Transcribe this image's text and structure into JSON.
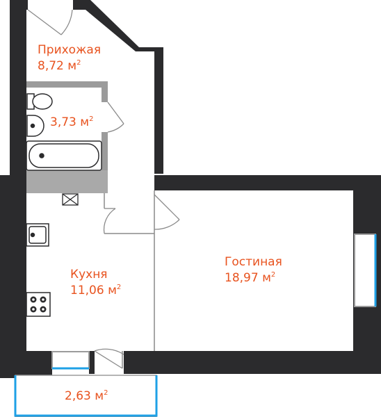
{
  "colors": {
    "wall": "#2b2b2d",
    "inner_wall": "#9b9b9b",
    "wet_zone": "#a9a9a9",
    "thin_line": "#8a8a8a",
    "label": "#e8531f",
    "glass": "#1ea0e6",
    "fixture": "#2b2b2d"
  },
  "rooms": {
    "hall": {
      "name": "Прихожая",
      "area": "8,72 м",
      "sup": "2"
    },
    "bath": {
      "name": "",
      "area": "3,73 м",
      "sup": "2"
    },
    "kitchen": {
      "name": "Кухня",
      "area": "11,06 м",
      "sup": "2"
    },
    "living": {
      "name": "Гостиная",
      "area": "18,97 м",
      "sup": "2"
    },
    "balcony": {
      "name": "",
      "area": "2,63 м",
      "sup": "2"
    }
  },
  "icons": [
    "toilet-icon",
    "sink-icon",
    "bathtub-icon",
    "vent-icon",
    "kitchen-sink-icon",
    "stove-icon"
  ]
}
